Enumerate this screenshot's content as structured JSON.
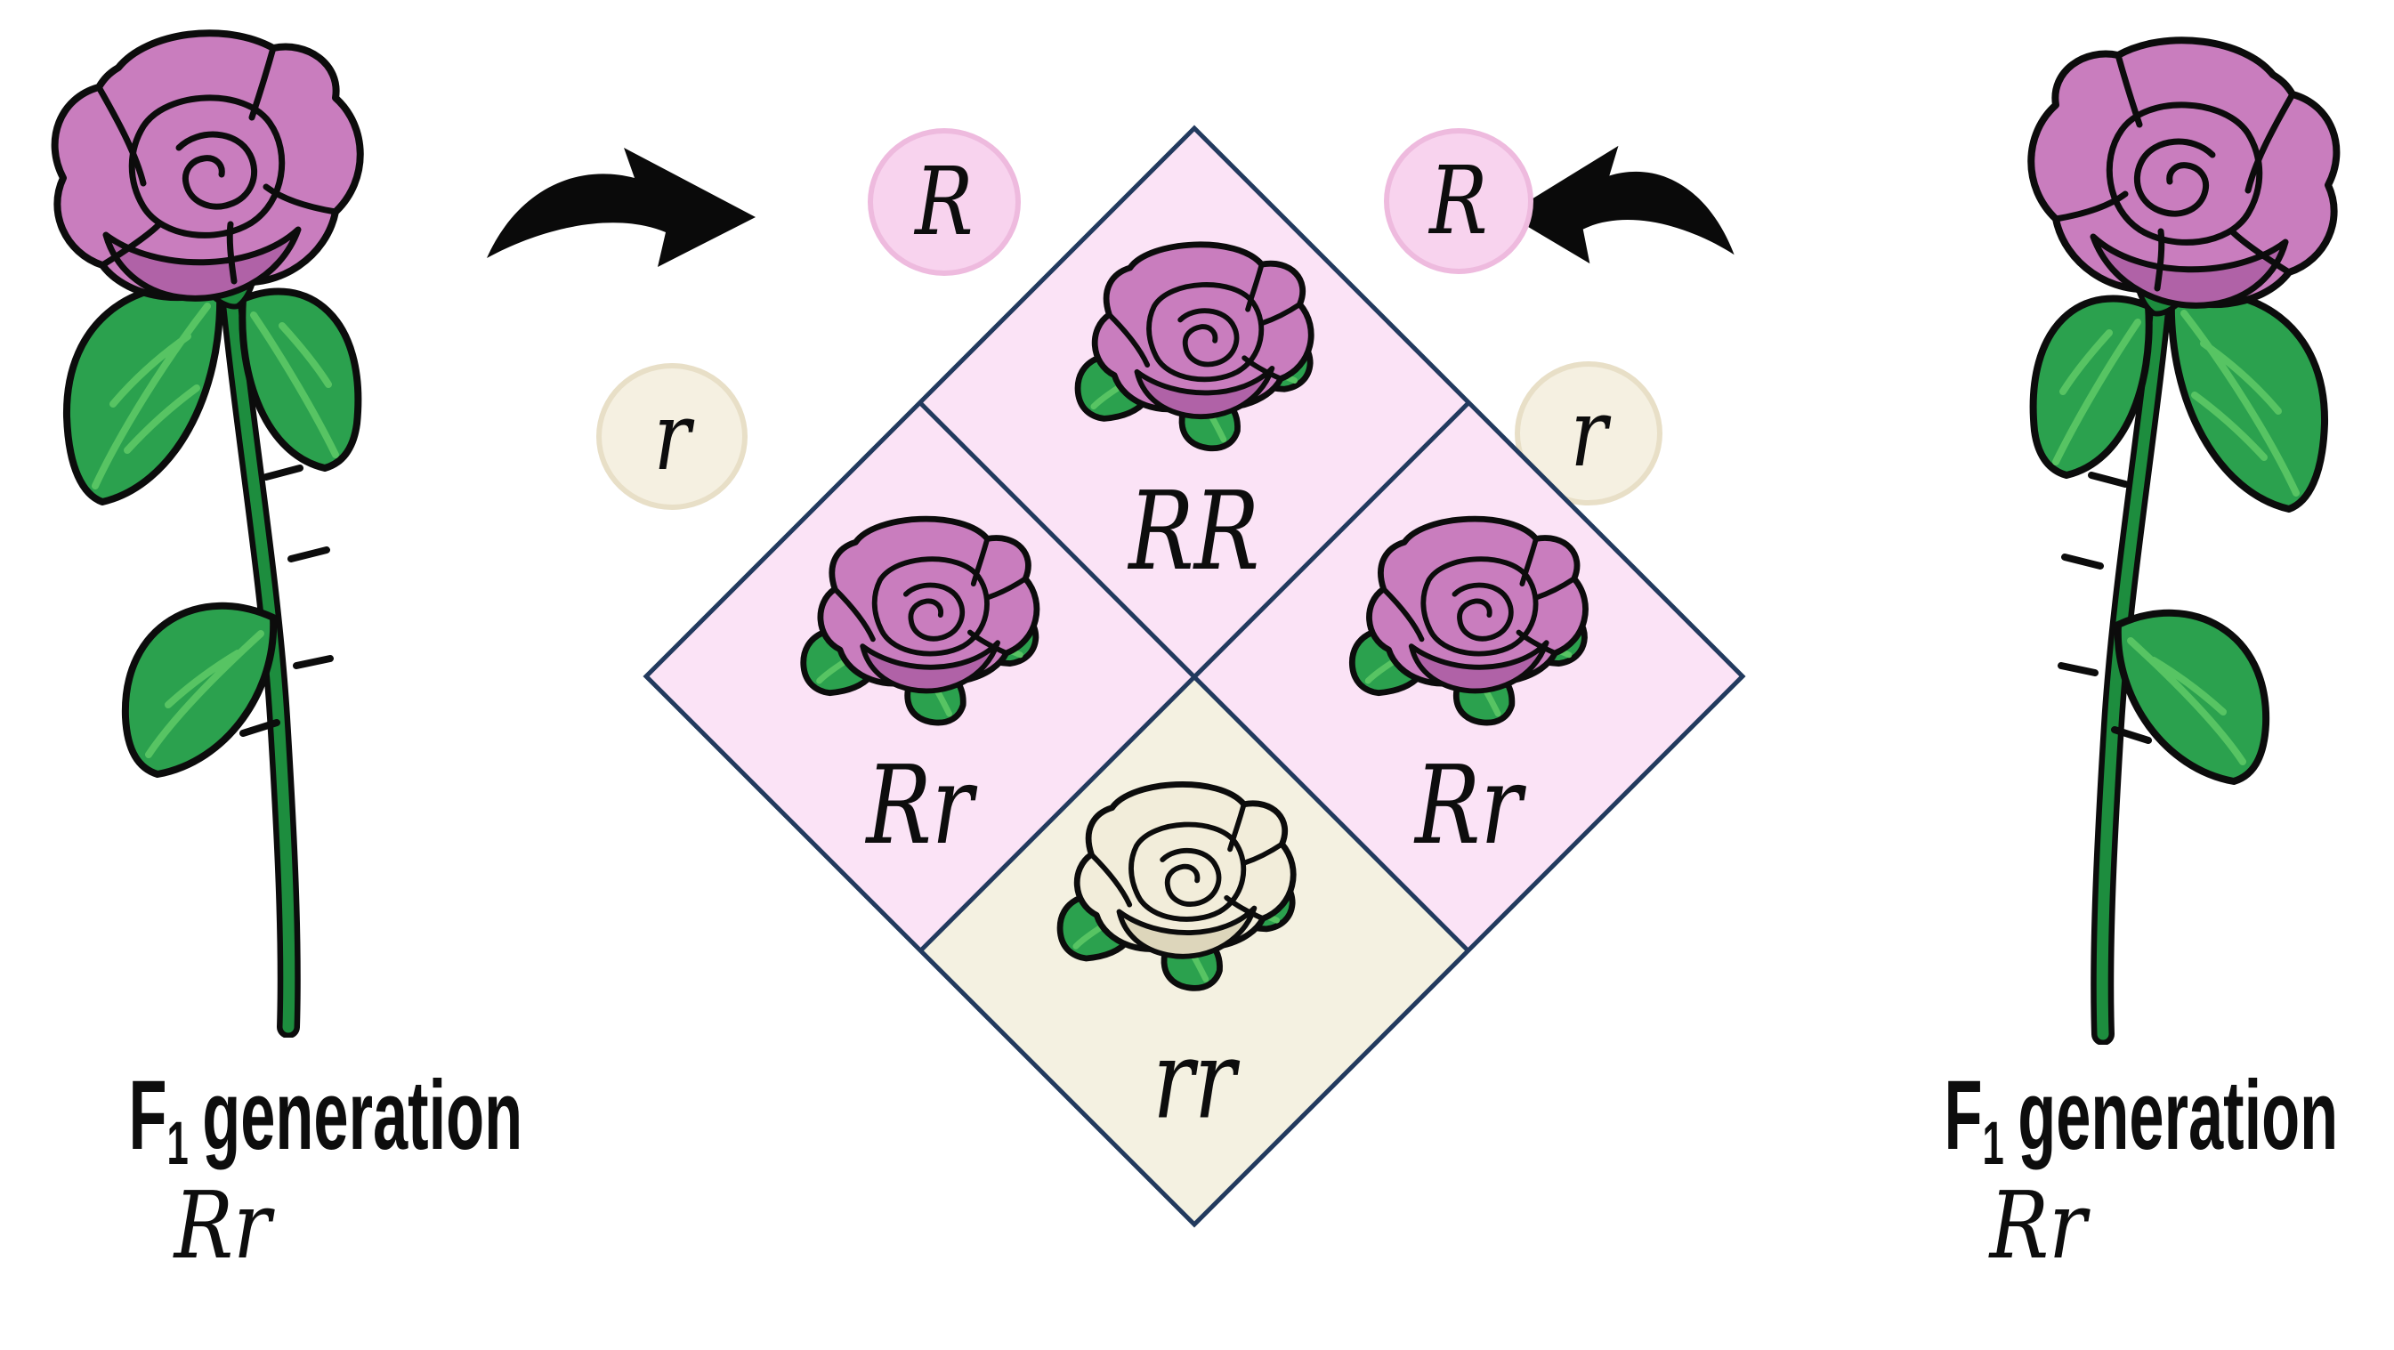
{
  "figure": {
    "title": "F1 x F1 monohybrid rose cross Punnett square",
    "type": "punnett-square-diagram"
  },
  "parents": {
    "left": {
      "label_f": "F",
      "label_sub": "1",
      "label_rest": "generation",
      "genotype": "Rr",
      "phenotype": "pink rose"
    },
    "right": {
      "label_f": "F",
      "label_sub": "1",
      "label_rest": "generation",
      "genotype": "Rr",
      "phenotype": "pink rose"
    }
  },
  "gametes": {
    "left_parent": [
      {
        "allele": "R",
        "type": "dominant"
      },
      {
        "allele": "r",
        "type": "recessive"
      }
    ],
    "right_parent": [
      {
        "allele": "R",
        "type": "dominant"
      },
      {
        "allele": "r",
        "type": "recessive"
      }
    ]
  },
  "punnett": {
    "cells": [
      {
        "position": "top",
        "genotype": "RR",
        "phenotype": "pink rose"
      },
      {
        "position": "right",
        "genotype": "Rr",
        "phenotype": "pink rose"
      },
      {
        "position": "left",
        "genotype": "Rr",
        "phenotype": "pink rose"
      },
      {
        "position": "bottom",
        "genotype": "rr",
        "phenotype": "white rose"
      }
    ]
  },
  "icons": {
    "parent_rose": "pink-rose-with-stem-icon",
    "offspring_pink": "pink-rose-icon",
    "offspring_white": "white-rose-icon",
    "cross_arrow": "curved-arrow-icon"
  },
  "colors": {
    "page_bg": "#ffffff",
    "grid_line": "#223a5e",
    "cell_pink": "#fbe3f6",
    "cell_cream": "#f4f1e1",
    "allele_pink_fill": "#f8d3ee",
    "allele_pink_stroke": "#eebade",
    "allele_cream_fill": "#f5f0e1",
    "allele_cream_stroke": "#e8dfc7",
    "petal_pink": "#c97dbe",
    "petal_pink_shade": "#b062a7",
    "petal_white": "#f2edda",
    "petal_white_shade": "#ddd6bb",
    "leaf_green": "#2ba14e",
    "leaf_vein": "#57c463",
    "stem_green": "#1d8d3e",
    "arrow_black": "#0a0a0a",
    "text_black": "#0d0d0d"
  }
}
